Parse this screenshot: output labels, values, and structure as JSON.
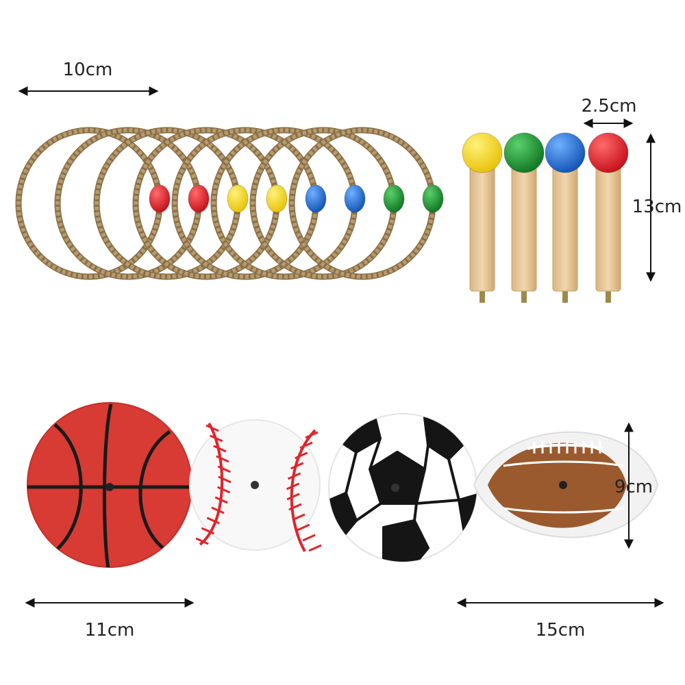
{
  "dimensions": {
    "ring_diameter": "10cm",
    "peg_head_width": "2.5cm",
    "peg_height": "13cm",
    "basketball_width": "11cm",
    "football_height": "9cm",
    "football_width": "15cm"
  },
  "colors": {
    "rope": "#b79a6e",
    "rope_dark": "#8a7048",
    "bead_red": "#d8202a",
    "bead_yellow": "#f2d21a",
    "bead_blue": "#1f6fd0",
    "bead_green": "#1a8a2e",
    "wood": "#e7c99c",
    "basketball": "#d83a34",
    "baseball_stitch": "#e0242b",
    "football": "#9a5a2e",
    "arrow": "#111111"
  },
  "rings": {
    "bead_colors": [
      "red",
      "red",
      "yellow",
      "yellow",
      "blue",
      "blue",
      "green",
      "green"
    ]
  },
  "pegs": {
    "head_colors": [
      "yellow",
      "green",
      "blue",
      "red"
    ]
  },
  "bases": [
    "basketball",
    "baseball",
    "soccer-ball",
    "football"
  ]
}
